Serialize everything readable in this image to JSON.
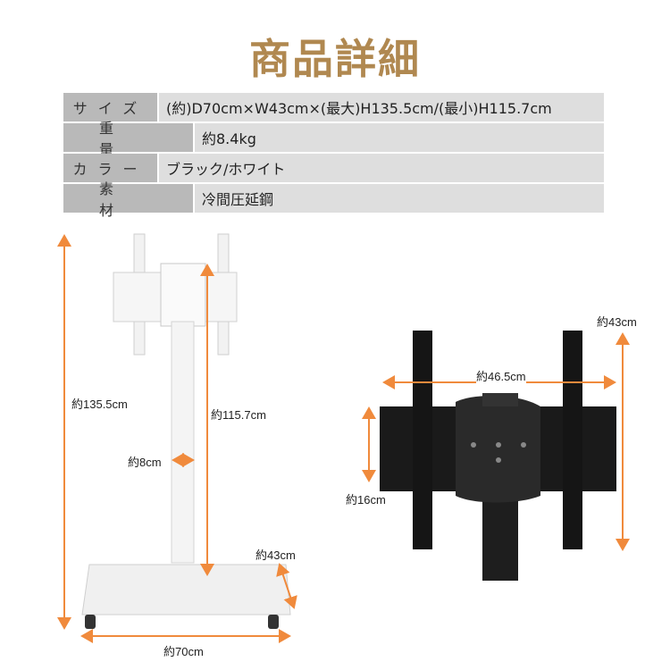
{
  "title": "商品詳細",
  "specs": [
    {
      "label": "サイズ",
      "value": "(約)D70cm×W43cm×(最大)H135.5cm/(最小)H115.7cm"
    },
    {
      "label": "重量",
      "value": "約8.4kg"
    },
    {
      "label": "カラー",
      "value": "ブラック/ホワイト"
    },
    {
      "label": "素材",
      "value": "冷間圧延鋼"
    }
  ],
  "stand_dimensions": {
    "max_height": "約135.5cm",
    "min_height": "約115.7cm",
    "pole_width": "約8cm",
    "depth": "約43cm",
    "width": "約70cm"
  },
  "mount_dimensions": {
    "height": "約43cm",
    "width": "約46.5cm",
    "bracket_height": "約16cm"
  },
  "colors": {
    "title": "#b08850",
    "arrow": "#f08a3c",
    "label_bg": "#b9b9b9",
    "value_bg": "#dedede"
  }
}
